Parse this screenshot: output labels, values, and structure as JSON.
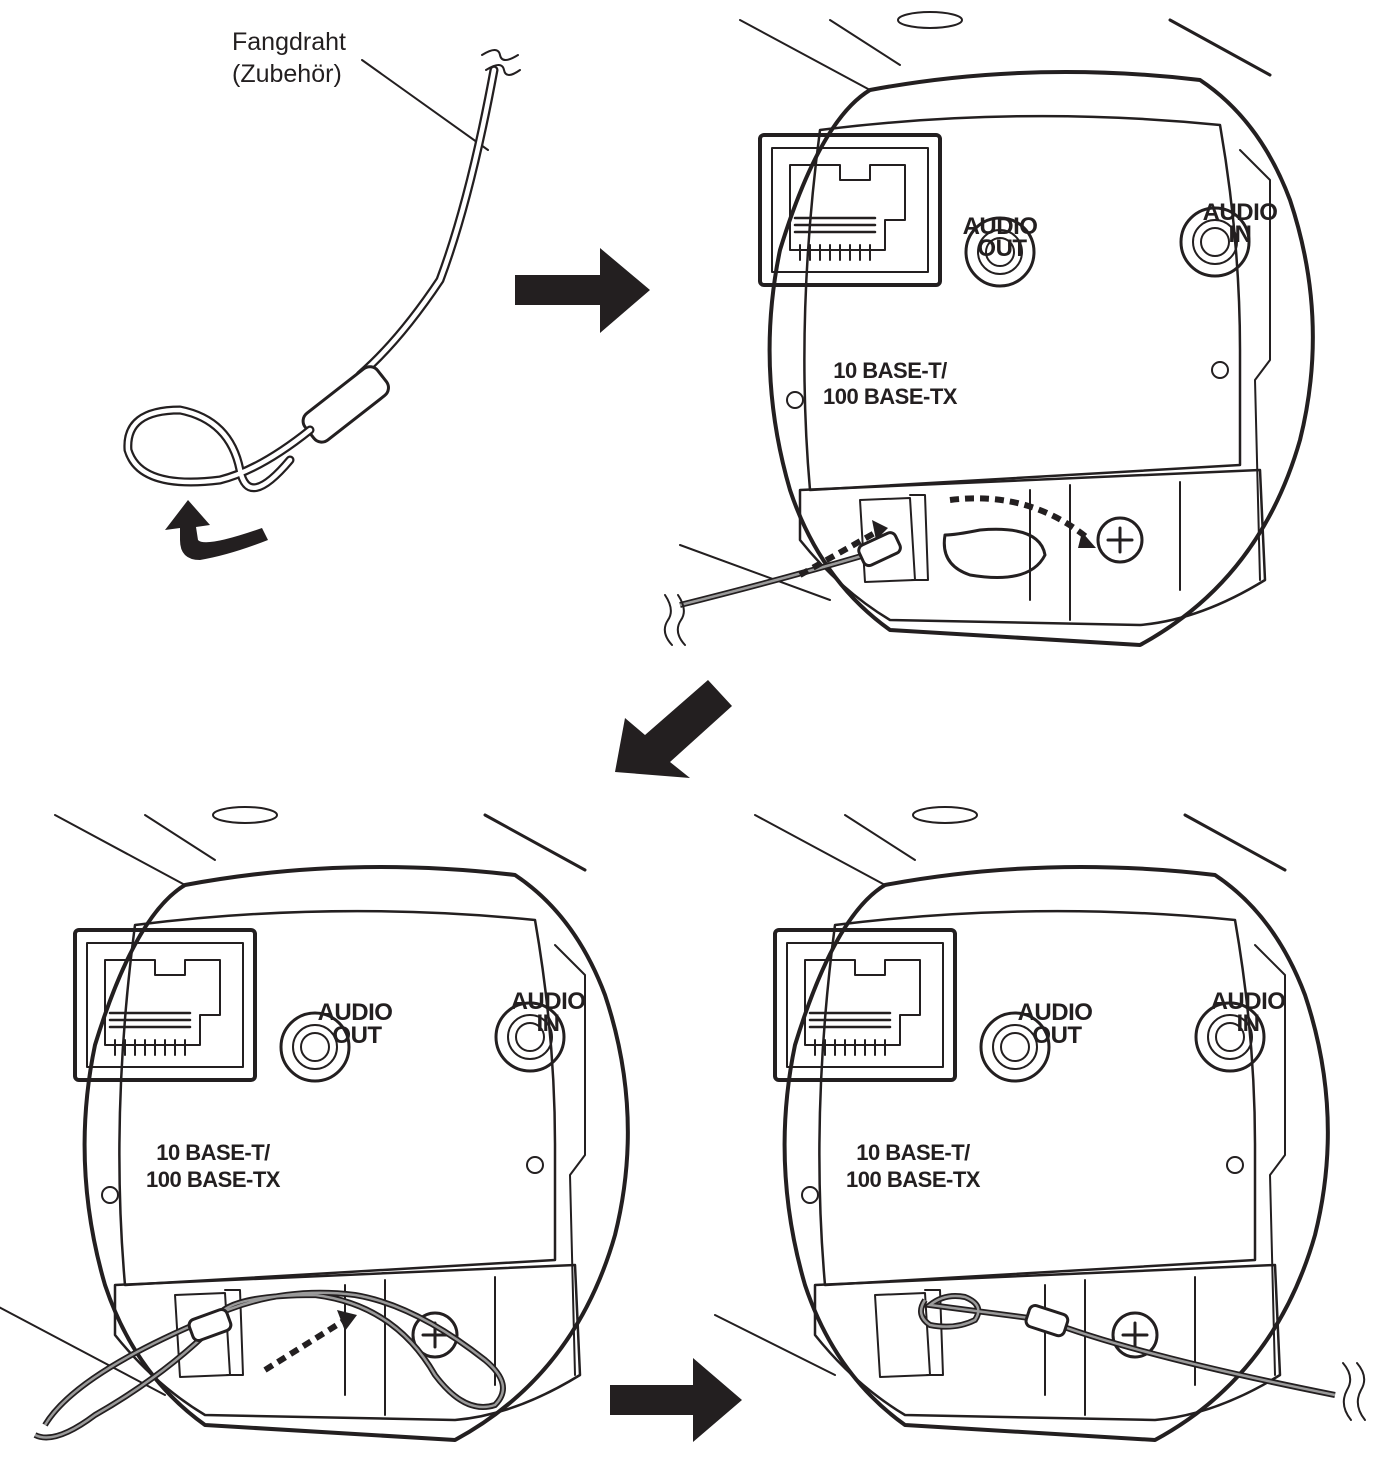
{
  "callout": {
    "line1": "Fangdraht",
    "line2": "(Zubehör)"
  },
  "panels": [
    {
      "audio_out_1": "AUDIO",
      "audio_out_2": "OUT",
      "audio_in_1": "AUDIO",
      "audio_in_2": "IN",
      "lan_1": "10 BASE-T/",
      "lan_2": "100 BASE-TX"
    },
    {
      "audio_out_1": "AUDIO",
      "audio_out_2": "OUT",
      "audio_in_1": "AUDIO",
      "audio_in_2": "IN",
      "lan_1": "10 BASE-T/",
      "lan_2": "100 BASE-TX"
    },
    {
      "audio_out_1": "AUDIO",
      "audio_out_2": "OUT",
      "audio_in_1": "AUDIO",
      "audio_in_2": "IN",
      "lan_1": "10 BASE-T/",
      "lan_2": "100 BASE-TX"
    }
  ],
  "colors": {
    "ink": "#231f20",
    "background": "#ffffff",
    "wire_shade": "#9a9a9a"
  },
  "icons": [
    "arrow-right-icon",
    "arrow-down-left-icon",
    "curved-arrow-icon",
    "screw-icon",
    "rj45-port-icon",
    "audio-jack-icon"
  ]
}
